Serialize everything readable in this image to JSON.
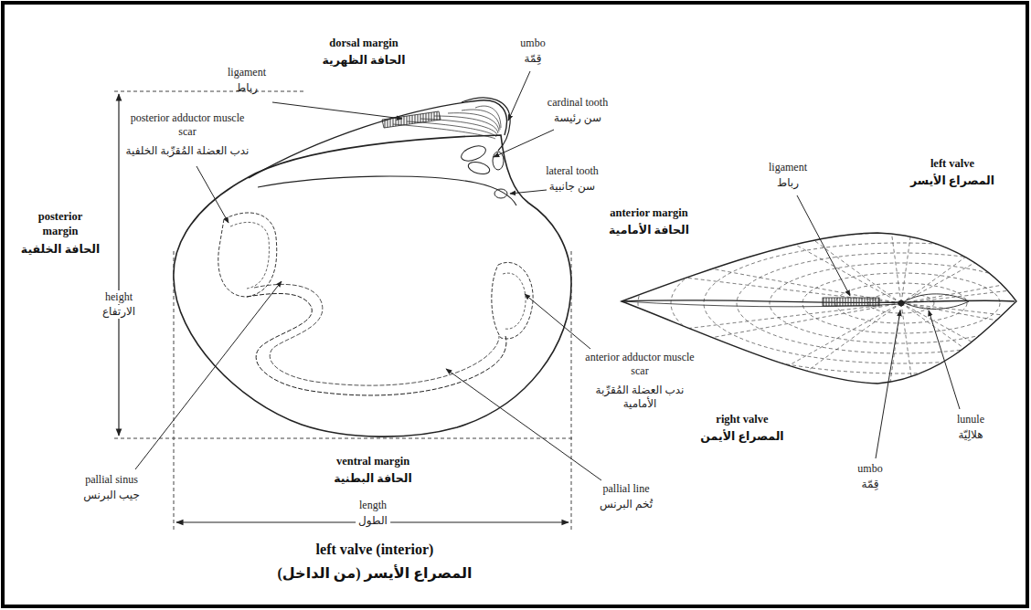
{
  "diagram": {
    "labels": [
      "ligament",
      "رباط",
      "dorsal margin",
      "الحافة الظهرية",
      "umbo",
      "قِمّة",
      "cardinal tooth",
      "سن رئيسة",
      "lateral tooth",
      "سن جانبية",
      "posterior adductor muscle scar",
      "ندب العضلة المُقرِّبة الخلفية",
      "posterior margin",
      "الحافة الخلفية",
      "height",
      "الارتفاع",
      "anterior margin",
      "الحافة الأمامية",
      "anterior adductor muscle scar",
      "ندب العضلة المُقرِّبة الأمامية",
      "pallial sinus",
      "جيب البرنس",
      "ventral margin",
      "الحافة البطنية",
      "pallial line",
      "تُخم البرنس",
      "length",
      "الطول",
      "left valve (interior)",
      "المصراع الأيسر (من الداخل)",
      "ligament",
      "رباط",
      "left valve",
      "المصراع الأيسر",
      "right valve",
      "المصراع الأيمن",
      "umbo",
      "قِمّة",
      "lunule",
      "هلالِيّة"
    ]
  }
}
